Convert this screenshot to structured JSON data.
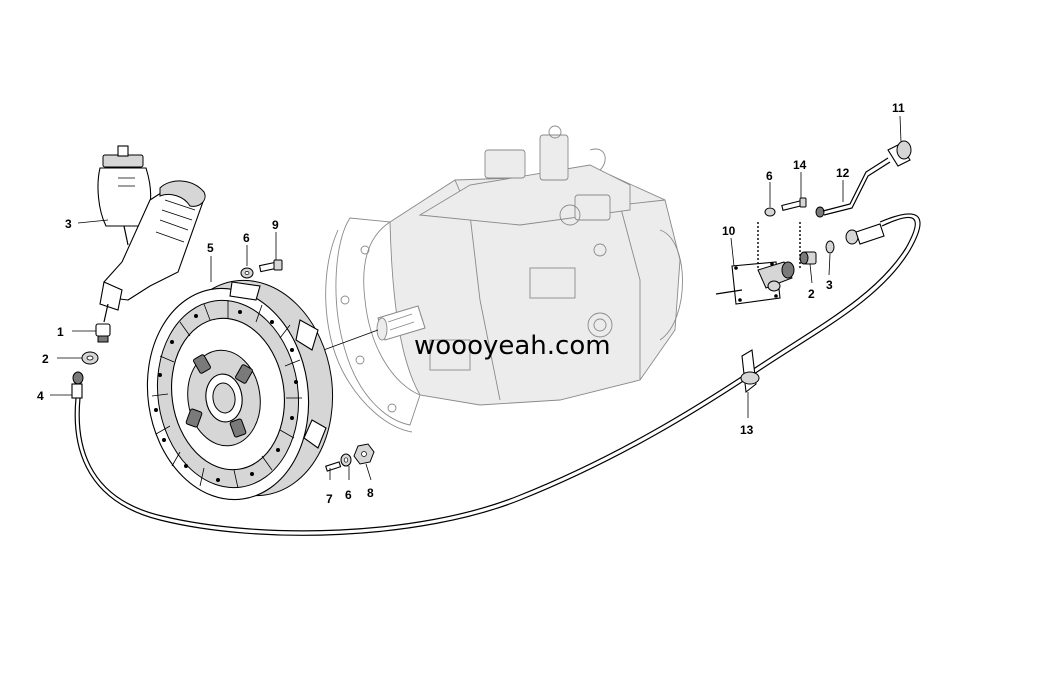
{
  "watermark": "woooyeah.com",
  "callouts": [
    {
      "id": "c1",
      "number": "1"
    },
    {
      "id": "c2a",
      "number": "2"
    },
    {
      "id": "c3a",
      "number": "3"
    },
    {
      "id": "c4",
      "number": "4"
    },
    {
      "id": "c5",
      "number": "5"
    },
    {
      "id": "c6a",
      "number": "6"
    },
    {
      "id": "c9",
      "number": "9"
    },
    {
      "id": "c7",
      "number": "7"
    },
    {
      "id": "c6b",
      "number": "6"
    },
    {
      "id": "c8",
      "number": "8"
    },
    {
      "id": "c10",
      "number": "10"
    },
    {
      "id": "c6c",
      "number": "6"
    },
    {
      "id": "c14",
      "number": "14"
    },
    {
      "id": "c12",
      "number": "12"
    },
    {
      "id": "c11",
      "number": "11"
    },
    {
      "id": "c2b",
      "number": "2"
    },
    {
      "id": "c3b",
      "number": "3"
    },
    {
      "id": "c13",
      "number": "13"
    }
  ]
}
